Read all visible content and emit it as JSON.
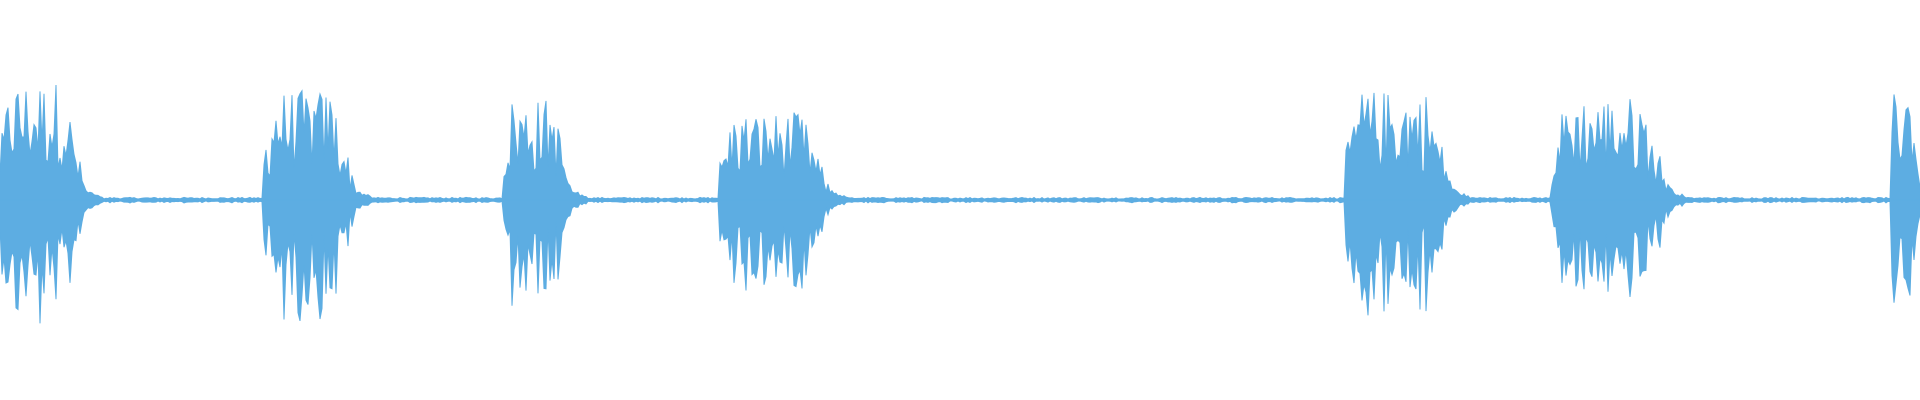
{
  "waveform": {
    "color": "#5DADE2",
    "background": "#ffffff",
    "channels": 1,
    "duration_fraction_note": "",
    "bursts": [
      {
        "start": 0.0,
        "end": 0.044,
        "peak": 0.6
      },
      {
        "start": 0.137,
        "end": 0.185,
        "peak": 0.55
      },
      {
        "start": 0.262,
        "end": 0.297,
        "peak": 0.51
      },
      {
        "start": 0.375,
        "end": 0.432,
        "peak": 0.44
      },
      {
        "start": 0.701,
        "end": 0.757,
        "peak": 0.55
      },
      {
        "start": 0.808,
        "end": 0.87,
        "peak": 0.52
      },
      {
        "start": 0.985,
        "end": 1.0,
        "peak": 0.6
      }
    ],
    "baseline_level": 0.01
  }
}
